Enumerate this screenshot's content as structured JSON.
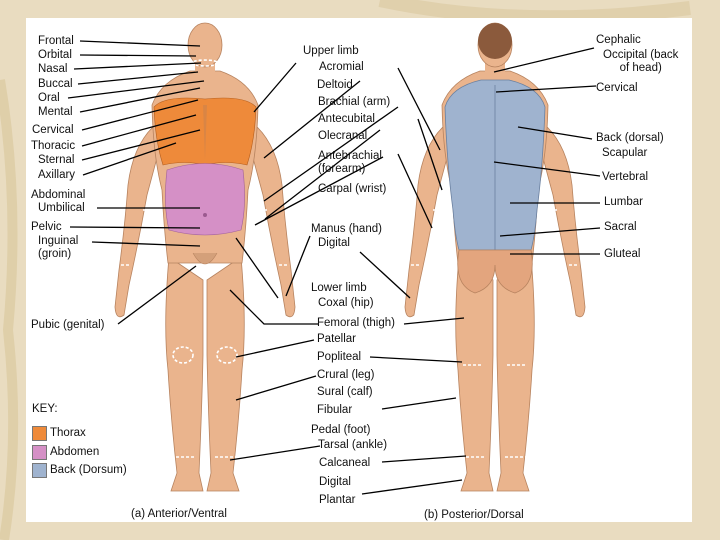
{
  "colors": {
    "thorax": "#ee8a3a",
    "abdomen": "#d590c6",
    "back": "#9fb3cf",
    "skin": "#eab48d",
    "panel": "#ffffff",
    "background": "#e9dcc0"
  },
  "anterior_labels": {
    "frontal": "Frontal",
    "orbital": "Orbital",
    "nasal": "Nasal",
    "buccal": "Buccal",
    "oral": "Oral",
    "mental": "Mental",
    "cervical": "Cervical",
    "thoracic": "Thoracic",
    "sternal": "Sternal",
    "axillary": "Axillary",
    "abdominal": "Abdominal",
    "umbilical": "Umbilical",
    "pelvic": "Pelvic",
    "inguinal": "Inguinal\n(groin)",
    "pubic": "Pubic (genital)"
  },
  "center_labels": {
    "upper_limb": "Upper limb",
    "acromial": "Acromial",
    "deltoid": "Deltoid",
    "brachial": "Brachial (arm)",
    "antecubital": "Antecubital",
    "olecranal": "Olecranal",
    "antebrachial": "Antebrachial\n(forearm)",
    "carpal": "Carpal (wrist)",
    "manus": "Manus (hand)",
    "digital_hand": "Digital",
    "lower_limb": "Lower limb",
    "coxal": "Coxal (hip)",
    "femoral": "Femoral (thigh)",
    "patellar": "Patellar",
    "popliteal": "Popliteal",
    "crural": "Crural (leg)",
    "sural": "Sural (calf)",
    "fibular": "Fibular",
    "pedal": "Pedal (foot)",
    "tarsal": "Tarsal (ankle)",
    "calcaneal": "Calcaneal",
    "digital_foot": "Digital",
    "plantar": "Plantar"
  },
  "posterior_labels": {
    "cephalic": "Cephalic",
    "occipital": "Occipital (back\nof head)",
    "cervical": "Cervical",
    "back": "Back (dorsal)",
    "scapular": "Scapular",
    "vertebral": "Vertebral",
    "lumbar": "Lumbar",
    "sacral": "Sacral",
    "gluteal": "Gluteal"
  },
  "key": {
    "title": "KEY:",
    "items": [
      {
        "label": "Thorax",
        "color": "#ee8a3a"
      },
      {
        "label": "Abdomen",
        "color": "#d590c6"
      },
      {
        "label": "Back (Dorsum)",
        "color": "#9fb3cf"
      }
    ]
  },
  "captions": {
    "anterior": "(a) Anterior/Ventral",
    "posterior": "(b) Posterior/Dorsal"
  }
}
